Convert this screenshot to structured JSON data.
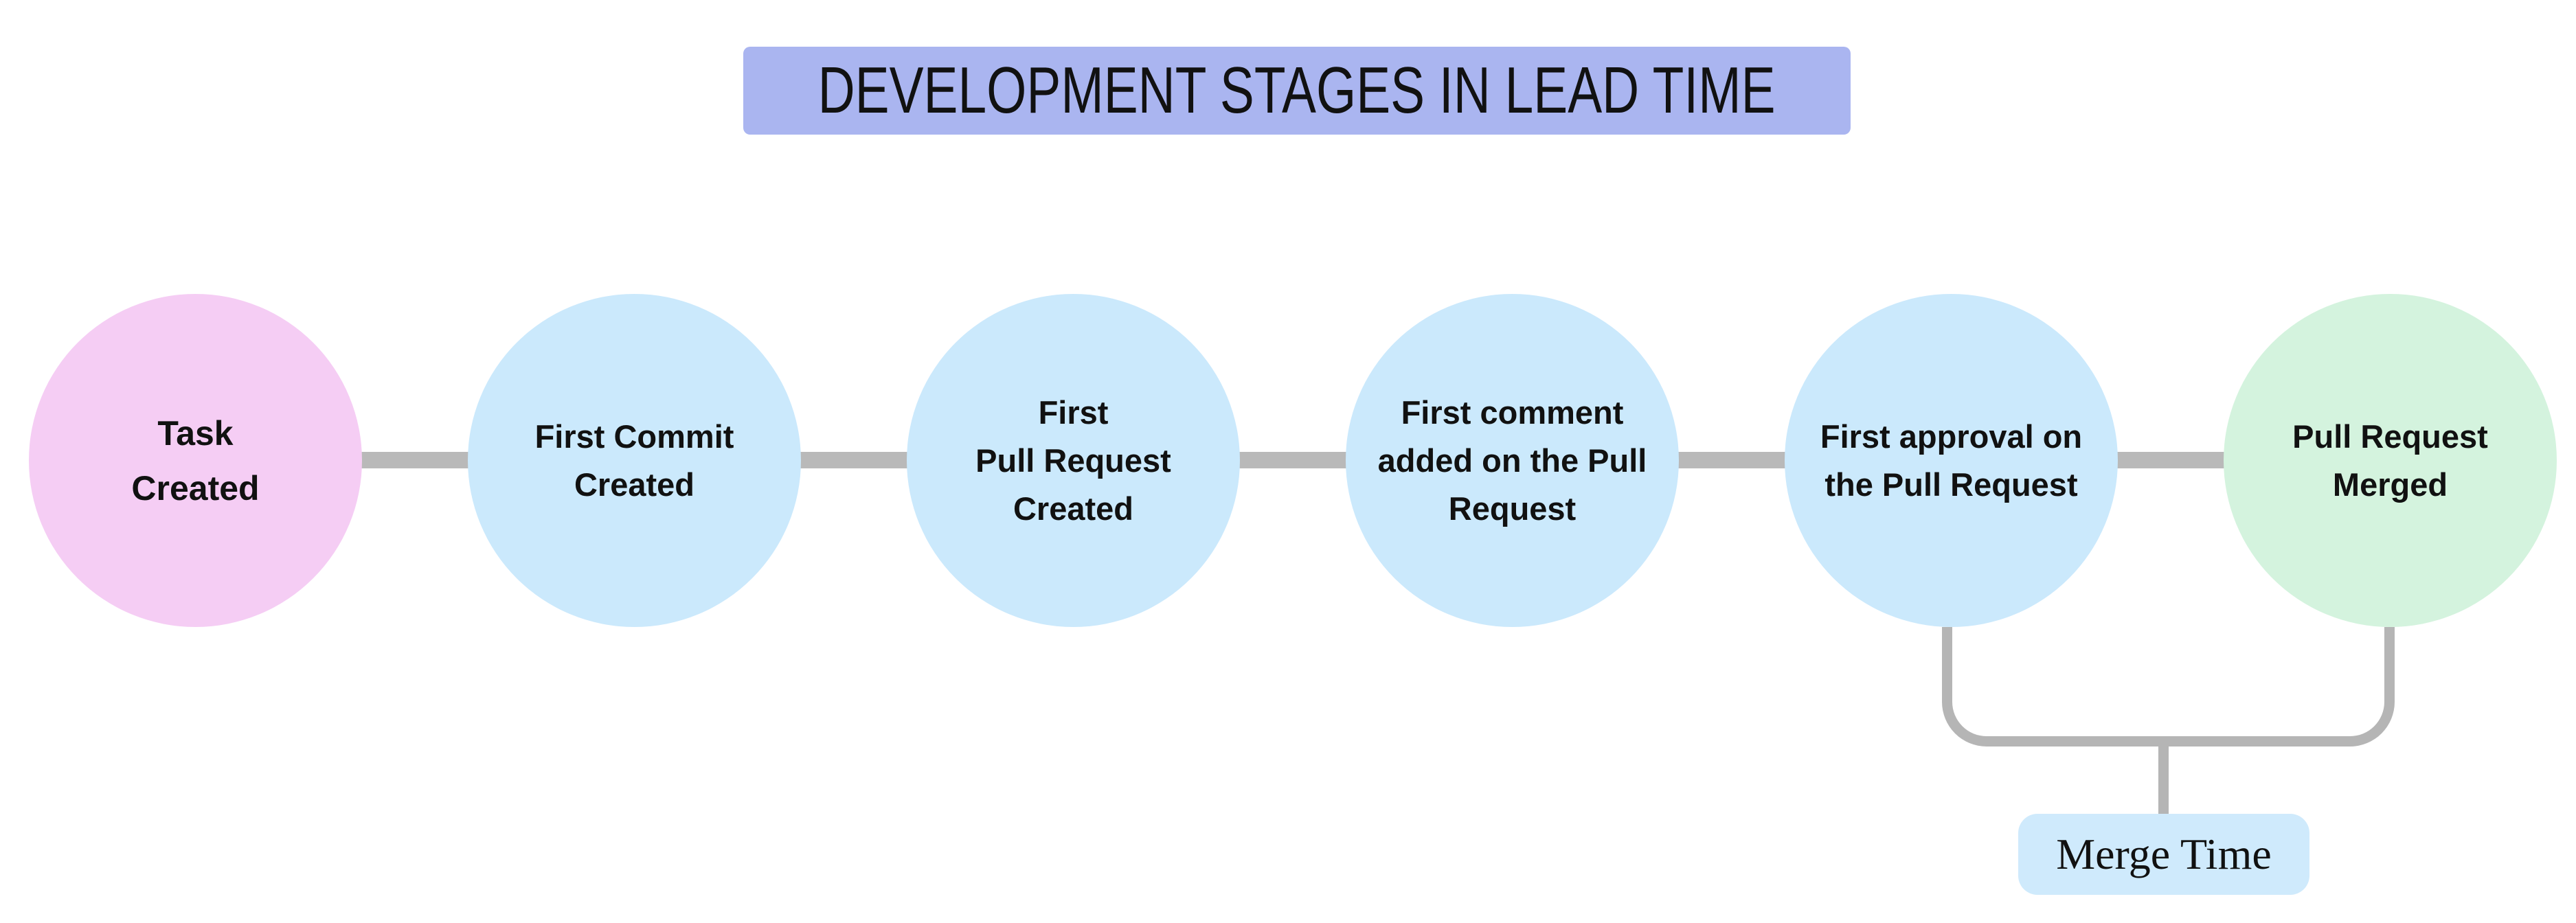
{
  "title": {
    "text": "DEVELOPMENT STAGES IN LEAD TIME"
  },
  "stages": [
    {
      "id": "task-created",
      "label": "Task\nCreated",
      "color": "#f5cdf4"
    },
    {
      "id": "first-commit",
      "label": "First Commit\nCreated",
      "color": "#cbe9fc"
    },
    {
      "id": "first-pull-request",
      "label": "First\nPull Request\nCreated",
      "color": "#cbe9fc"
    },
    {
      "id": "first-comment",
      "label": "First comment\nadded on the Pull\nRequest",
      "color": "#cbe9fc"
    },
    {
      "id": "first-approval",
      "label": "First approval on\nthe Pull Request",
      "color": "#cbe9fc"
    },
    {
      "id": "pull-request-merged",
      "label": "Pull Request\nMerged",
      "color": "#d4f3de"
    }
  ],
  "annotation": {
    "label": "Merge Time"
  },
  "colors": {
    "background": "#ffffff",
    "title_bg": "#aab5f0",
    "stage_pink": "#f5cdf4",
    "stage_blue": "#cbe9fc",
    "stage_green": "#d4f3de",
    "connector_gray": "#b9b9b9",
    "bracket_gray": "#b5b5b5",
    "annotation_bg": "#cfeafc",
    "text": "#111111"
  }
}
